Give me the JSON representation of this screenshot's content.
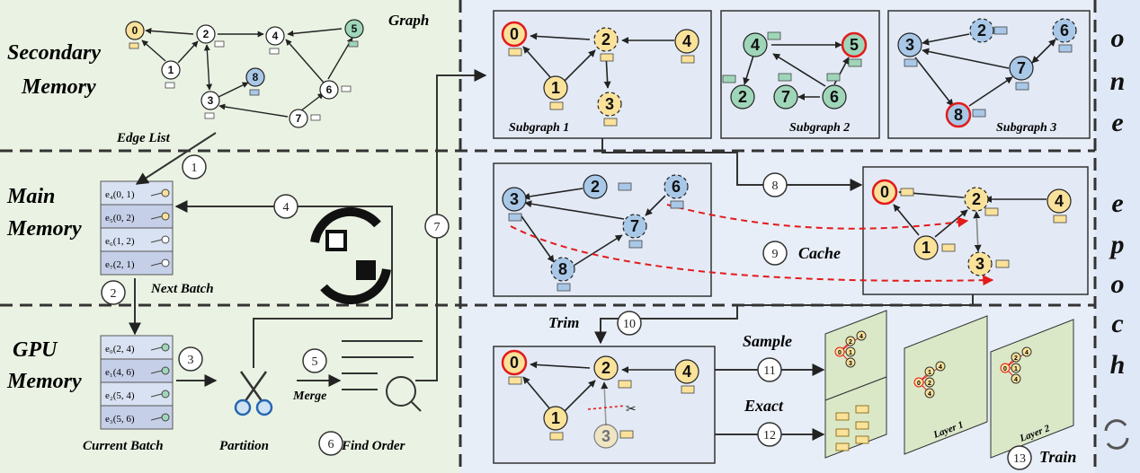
{
  "left": {
    "secondary_memory": [
      "Secondary",
      "Memory"
    ],
    "main_memory": [
      "Main",
      "Memory"
    ],
    "gpu_memory": [
      "GPU",
      "Memory"
    ],
    "graph_label": "Graph",
    "edge_list_label": "Edge List",
    "next_batch_label": "Next Batch",
    "current_batch_label": "Current Batch",
    "partition_label": "Partition",
    "merge_label": "Merge",
    "find_order_label": "Find Order",
    "main_edges": [
      "e₄(0, 1)",
      "e₅(0, 2)",
      "e₆(1, 2)",
      "e₇(2, 1)"
    ],
    "gpu_edges": [
      "e₀(2, 4)",
      "e₁(4, 6)",
      "e₂(5, 4)",
      "e₃(5, 6)"
    ]
  },
  "steps": [
    "1",
    "2",
    "3",
    "4",
    "5",
    "6",
    "7",
    "8",
    "9",
    "10",
    "11",
    "12",
    "13"
  ],
  "graph_nodes": [
    "0",
    "1",
    "2",
    "3",
    "4",
    "5",
    "6",
    "7",
    "8"
  ],
  "right": {
    "subgraph_labels": [
      "Subgraph 1",
      "Subgraph 2",
      "Subgraph 3"
    ],
    "cache_label": "Cache",
    "trim_label": "Trim",
    "sample_label": "Sample",
    "exact_label": "Exact",
    "train_label": "Train",
    "layer1_label": "Layer 1",
    "layer2_label": "Layer 2",
    "one_epoch_letters": [
      "o",
      "n",
      "e",
      "e",
      "p",
      "o",
      "c",
      "h"
    ]
  },
  "colors": {
    "green_bg": "#eaf3e3",
    "blue_bg": "#e7eef8",
    "yellow_node": "#fbe29a",
    "blue_node": "#a9c8e8",
    "green_node": "#9fd6b9",
    "red_border": "#e31b1b"
  }
}
